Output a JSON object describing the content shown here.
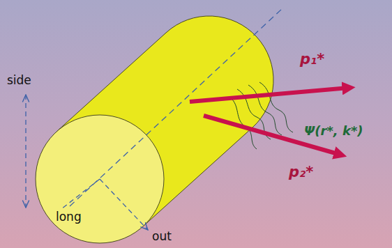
{
  "diagram": {
    "labels": [
      "side",
      "long",
      "out",
      "p₁*",
      "p₂*",
      "Ψ(r*, k*)"
    ]
  }
}
